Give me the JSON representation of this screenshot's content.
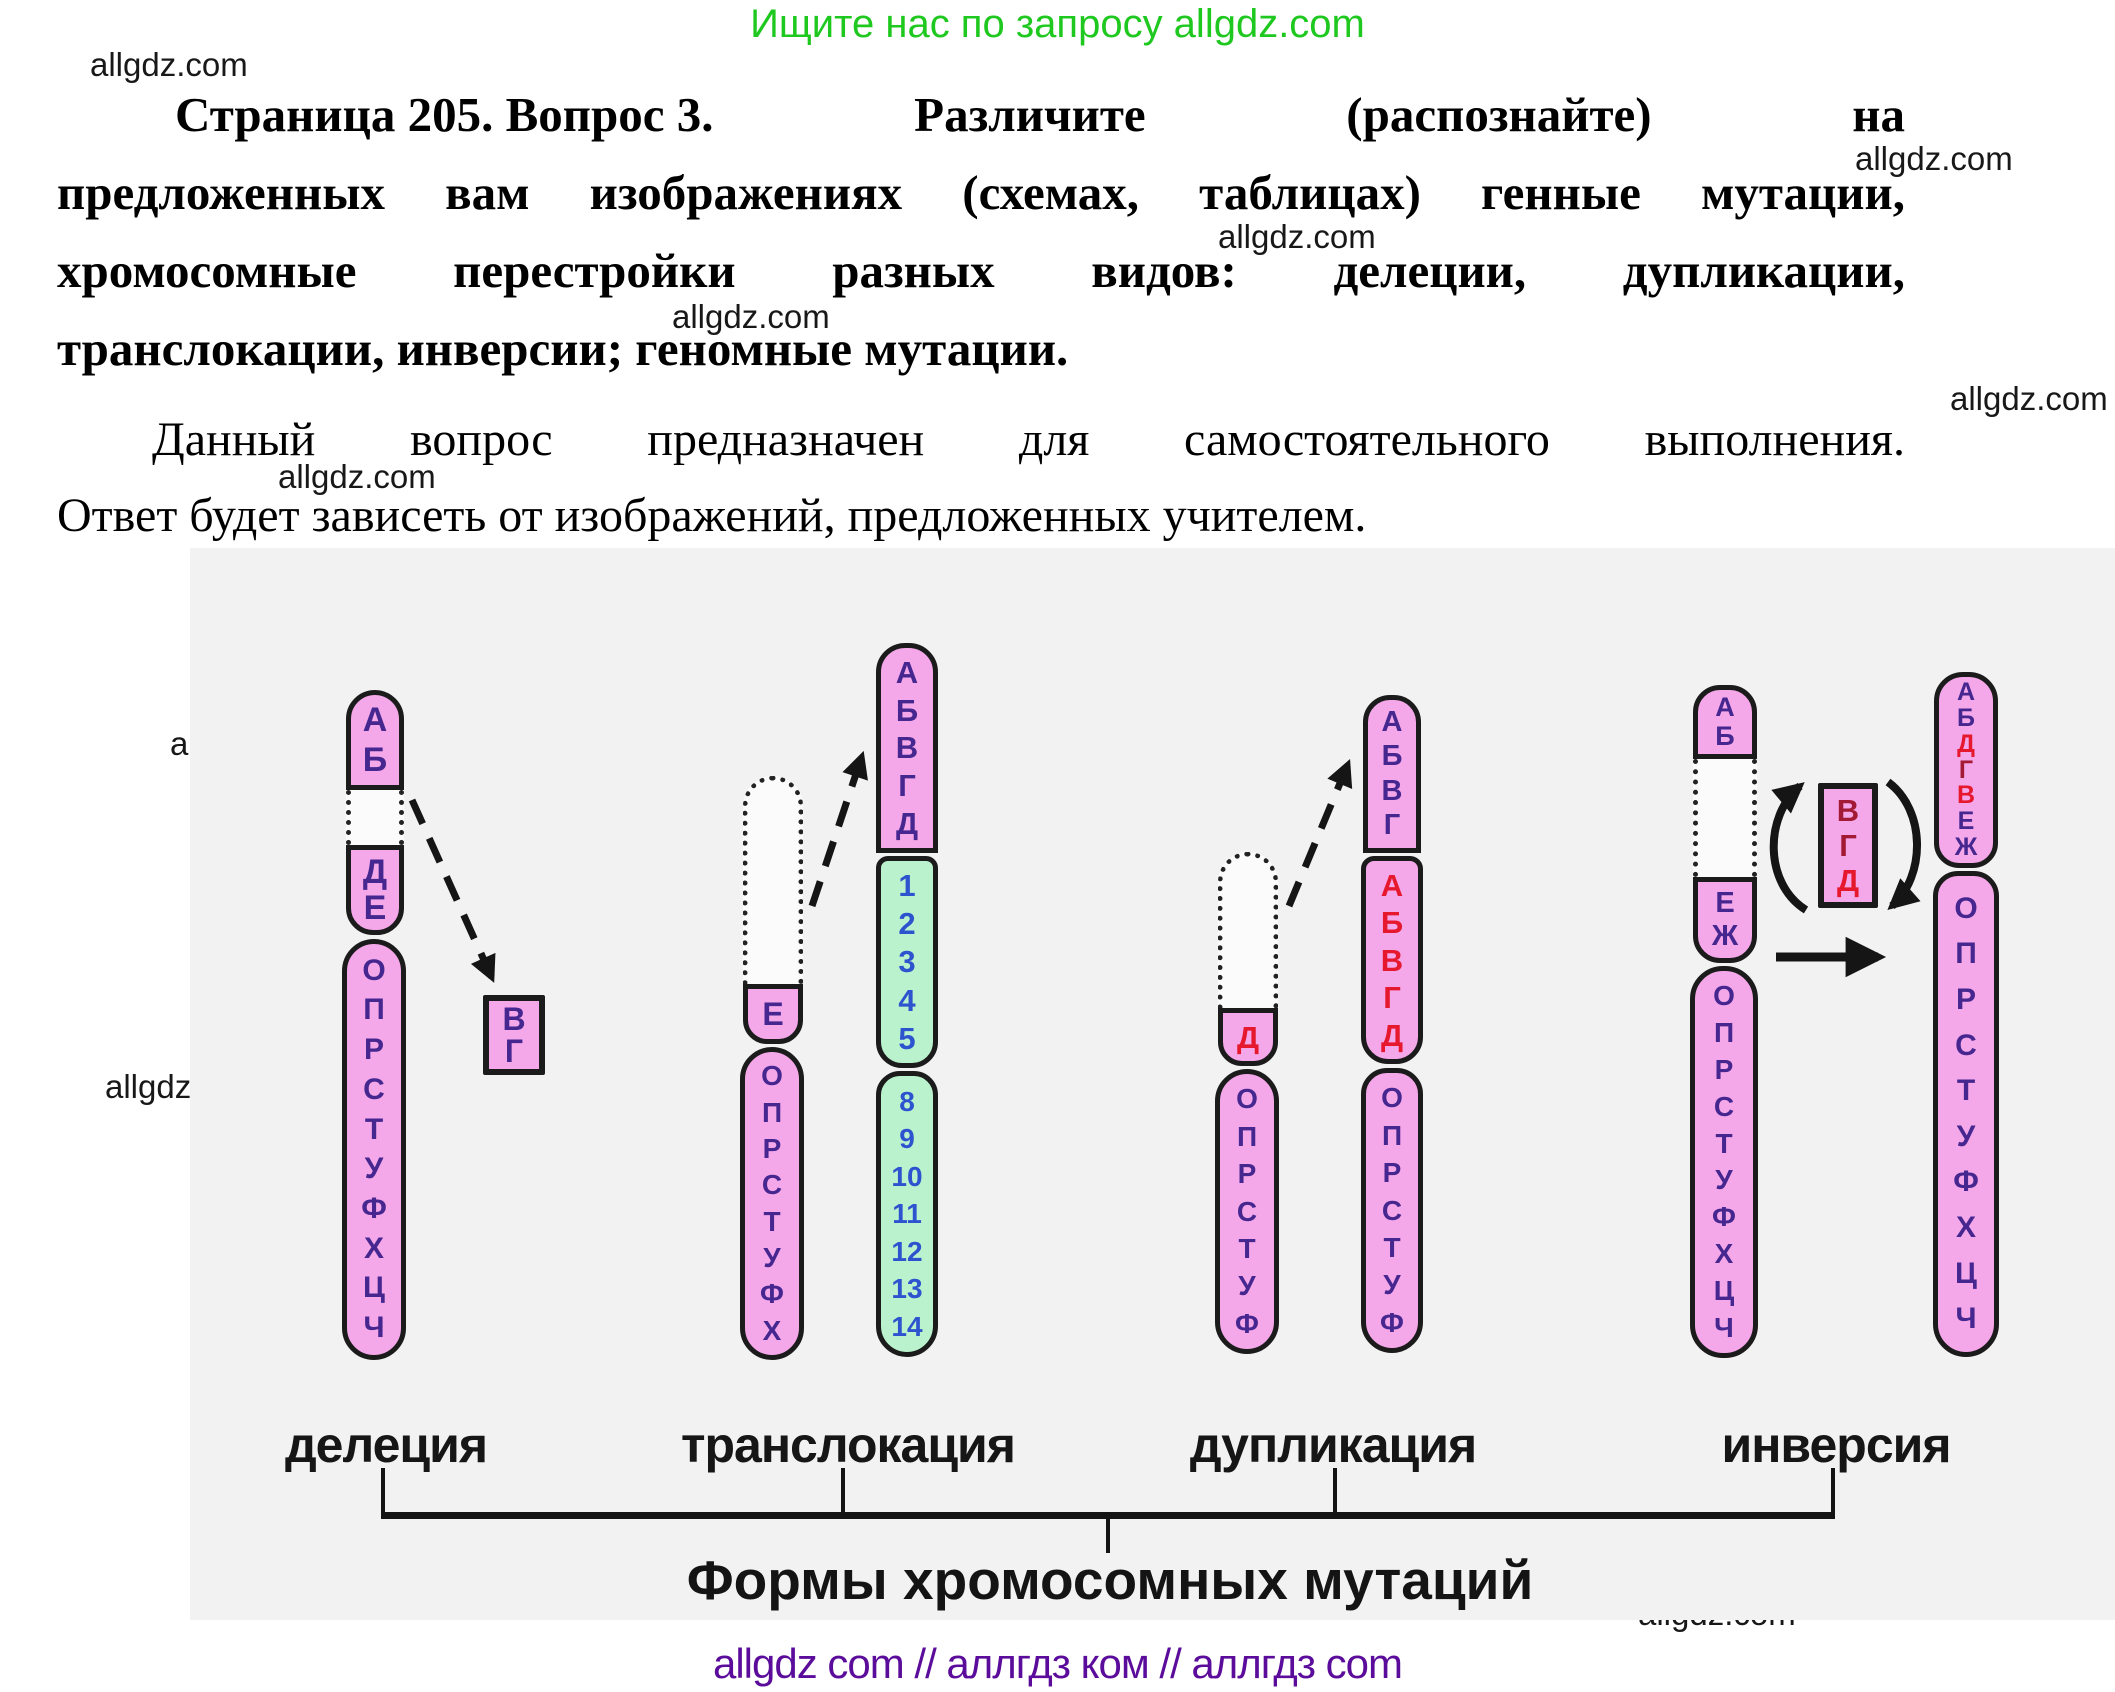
{
  "page": {
    "banner": "Ищите нас по запросу allgdz.com",
    "watermark": "allgdz.com",
    "footer": "allgdz com  //  аллгдз ком  //  аллгдз com"
  },
  "question": {
    "heading_line1_parts": [
      "Страница 205. Вопрос 3.",
      "Различите",
      "(распознайте)",
      "на"
    ],
    "heading_lines": [
      "предложенных вам изображениях (схемах, таблицах) генные мутации,",
      "хромосомные перестройки разных видов: делеции, дупликации,",
      "транслокации, инверсии; геномные мутации."
    ],
    "answer_lines": [
      "Данный вопрос предназначен для самостоятельного выполнения.",
      "Ответ будет зависеть от изображений, предложенных учителем."
    ]
  },
  "diagram": {
    "caption": "Формы хромосомных мутаций",
    "labels": {
      "deletion": "делеция",
      "translocation": "транслокация",
      "duplication": "дупликация",
      "inversion": "инверсия"
    },
    "colors": {
      "chromosome_pink": "#f4a7e9",
      "segment_green": "#b9f2cd",
      "letter_indigo": "#45278f",
      "letter_red": "#e5182e",
      "letter_dark_red": "#a21a33",
      "number_blue": "#2d53cf",
      "banner_green": "#1fc81f",
      "footer_purple": "#5b0c9b"
    },
    "deletion": {
      "original": {
        "seg_top": {
          "items": [
            "А",
            "Б"
          ],
          "colors": "bb"
        },
        "seg_mid": {
          "items": [
            "Д",
            "Е"
          ],
          "colors": "bb"
        },
        "seg_bottom": {
          "items": [
            "О",
            "П",
            "Р",
            "С",
            "Т",
            "У",
            "Ф",
            "Х",
            "Ц",
            "Ч"
          ],
          "colors": "bbbbbbbbbb"
        }
      },
      "removed_fragment": {
        "items": [
          "В",
          "Г"
        ],
        "colors": "bb"
      }
    },
    "translocation": {
      "donor": {
        "seg_e": {
          "items": [
            "Е"
          ],
          "colors": "b"
        },
        "seg_bottom": {
          "items": [
            "О",
            "П",
            "Р",
            "С",
            "Т",
            "У",
            "Ф",
            "Х"
          ],
          "colors": "bbbbbbbb"
        }
      },
      "recipient": {
        "seg_top": {
          "items": [
            "А",
            "Б",
            "В",
            "Г",
            "Д"
          ],
          "colors": "bbbbb"
        },
        "seg_mid": {
          "items": [
            "1",
            "2",
            "3",
            "4",
            "5"
          ],
          "colors": "nnnnn"
        },
        "seg_bottom": {
          "items": [
            "8",
            "9",
            "10",
            "11",
            "12",
            "13",
            "14"
          ],
          "colors": "nnnnnnn"
        }
      }
    },
    "duplication": {
      "donor": {
        "seg_d": {
          "items": [
            "Д"
          ],
          "colors": "r"
        },
        "seg_bottom": {
          "items": [
            "О",
            "П",
            "Р",
            "С",
            "Т",
            "У",
            "Ф"
          ],
          "colors": "bbbbbbb"
        }
      },
      "result": {
        "seg_top": {
          "items": [
            "А",
            "Б",
            "В",
            "Г"
          ],
          "colors": "bbbb"
        },
        "seg_dup": {
          "items": [
            "А",
            "Б",
            "В",
            "Г",
            "Д"
          ],
          "colors": "rrrrr"
        },
        "seg_bottom": {
          "items": [
            "О",
            "П",
            "Р",
            "С",
            "Т",
            "У",
            "Ф"
          ],
          "colors": "bbbbbbb"
        }
      }
    },
    "inversion": {
      "original": {
        "seg_top": {
          "items": [
            "А",
            "Б"
          ],
          "colors": "bb"
        },
        "seg_mid": {
          "items": [
            "Е",
            "Ж"
          ],
          "colors": "bb"
        },
        "seg_bottom": {
          "items": [
            "О",
            "П",
            "Р",
            "С",
            "Т",
            "У",
            "Ф",
            "Х",
            "Ц",
            "Ч"
          ],
          "colors": "bbbbbbbbbb"
        }
      },
      "inverted_fragment": {
        "items": [
          "В",
          "Г",
          "Д"
        ],
        "colors": "ddr"
      },
      "result": {
        "seg_top": {
          "items": [
            "А",
            "Б",
            "Д",
            "Г",
            "В",
            "Е",
            "Ж"
          ],
          "colors": "bbrdrbb"
        },
        "seg_bottom": {
          "items": [
            "О",
            "П",
            "Р",
            "С",
            "Т",
            "У",
            "Ф",
            "Х",
            "Ц",
            "Ч"
          ],
          "colors": "bbbbbbbbbb"
        }
      }
    }
  }
}
